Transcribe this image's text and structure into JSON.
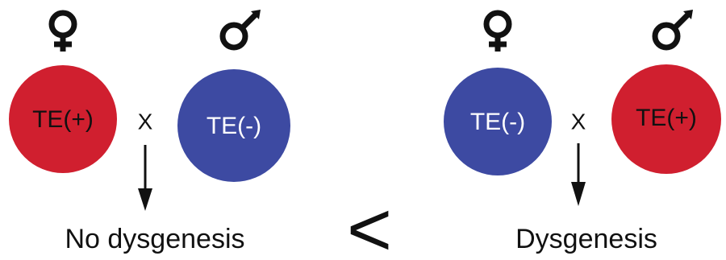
{
  "colors": {
    "te_positive": "#d01f2f",
    "te_negative": "#3d4aa2",
    "ink": "#111111"
  },
  "left_cross": {
    "female": {
      "label": "TE(+)",
      "symbol": "female-symbol",
      "color": "#d01f2f",
      "text_color": "#111111"
    },
    "cross_symbol": "X",
    "male": {
      "label": "TE(-)",
      "symbol": "male-symbol",
      "color": "#3d4aa2",
      "text_color": "#ffffff"
    },
    "outcome": "No dysgenesis"
  },
  "comparison": "<",
  "right_cross": {
    "female": {
      "label": "TE(-)",
      "symbol": "female-symbol",
      "color": "#3d4aa2",
      "text_color": "#ffffff"
    },
    "cross_symbol": "X",
    "male": {
      "label": "TE(+)",
      "symbol": "male-symbol",
      "color": "#d01f2f",
      "text_color": "#111111"
    },
    "outcome": "Dysgenesis"
  }
}
